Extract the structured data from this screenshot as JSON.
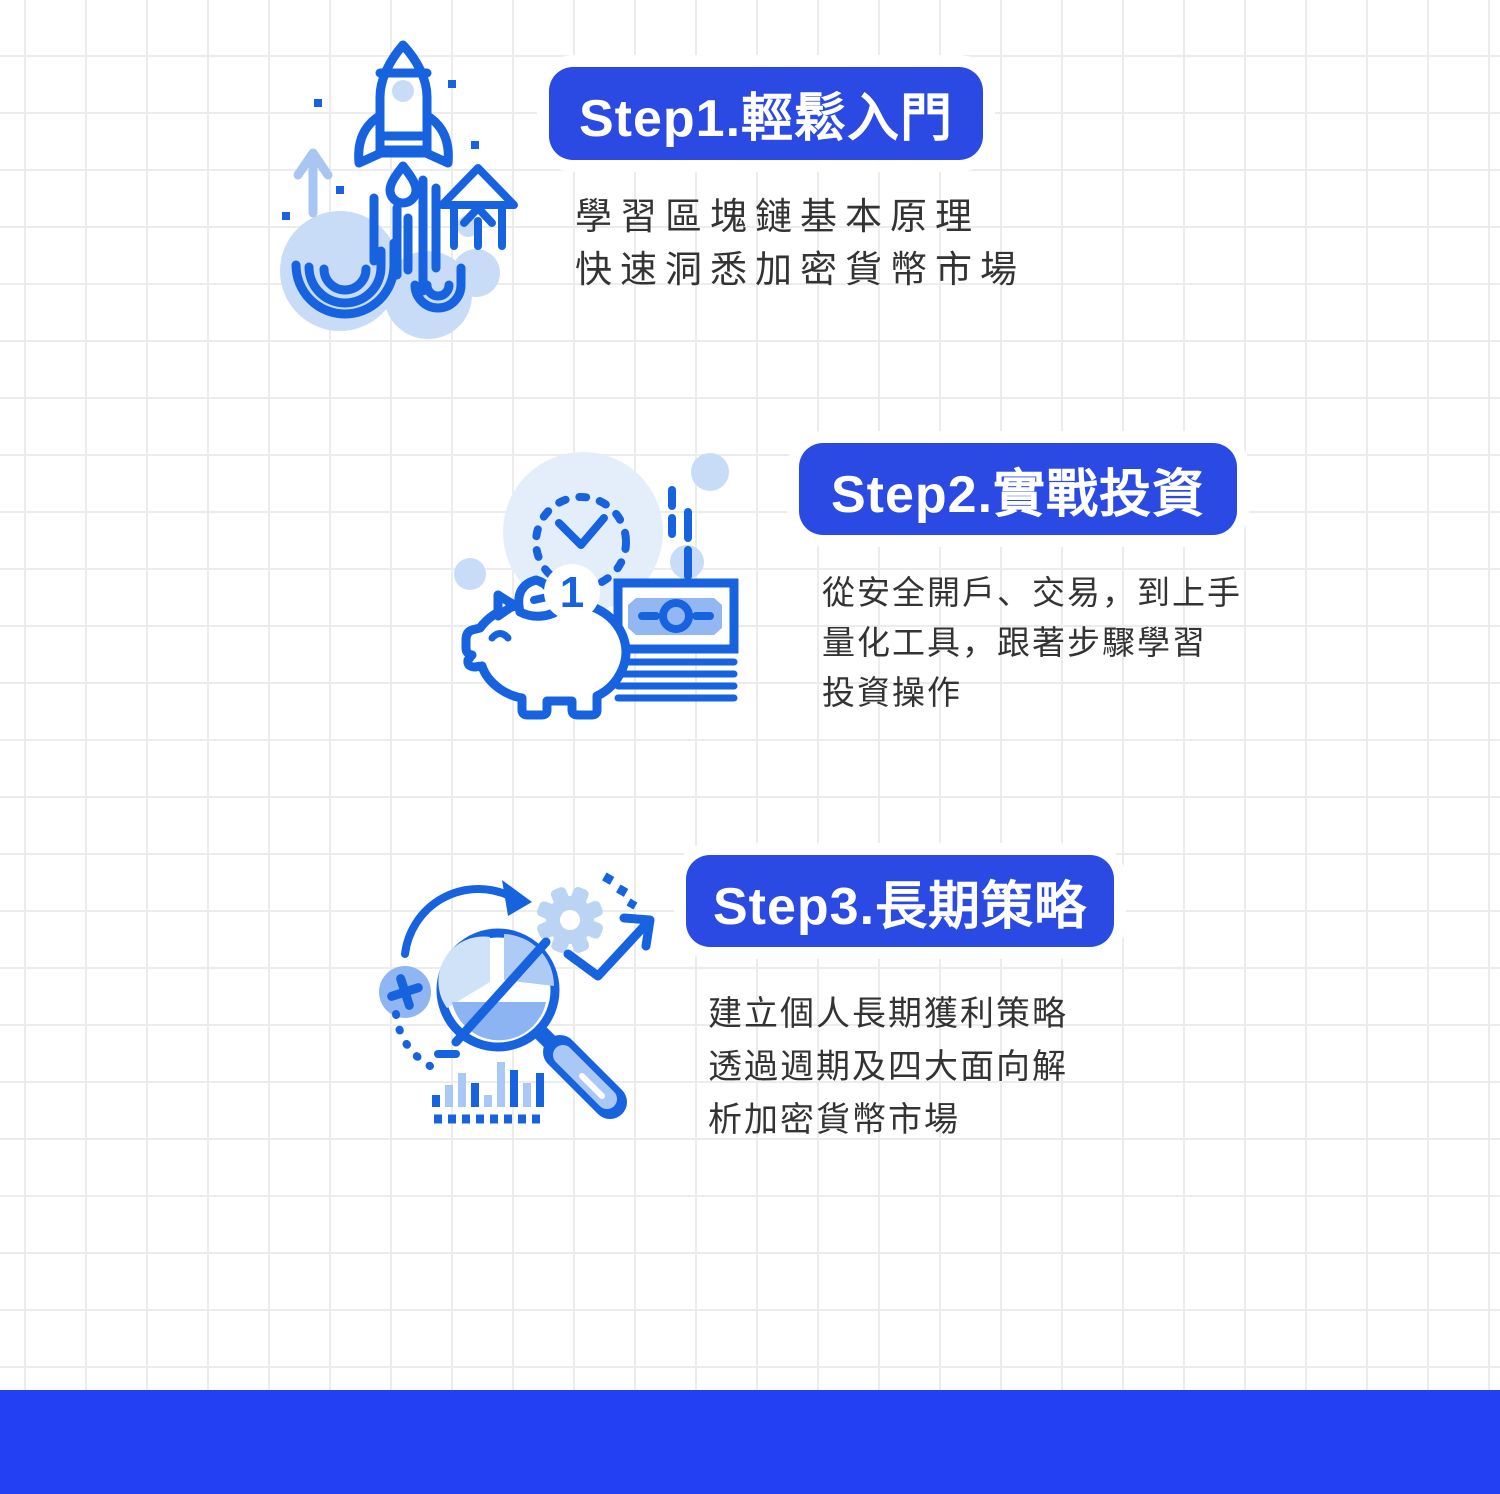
{
  "page": {
    "type": "infographic",
    "colors": {
      "badge_blue": "#2b49e3",
      "footer_blue": "#2340f3",
      "icon_stroke_blue": "#1763df",
      "icon_light_blue": "#c9dcf7",
      "icon_mid_blue": "#8fb6f3",
      "pale_circle_blue": "#e4eefb",
      "grid_line": "#ececec",
      "body_text": "#333333"
    }
  },
  "steps": [
    {
      "badge": "Step1.輕鬆入門",
      "icon": "rocket-launch-icon",
      "lines": [
        "學習區塊鏈基本原理",
        "快速洞悉加密貨幣市場"
      ]
    },
    {
      "badge": "Step2.實戰投資",
      "icon": "piggy-bank-savings-icon",
      "coin_digit": "1",
      "lines": [
        "從安全開戶、交易，到上手",
        "量化工具，跟著步驟學習",
        "投資操作"
      ]
    },
    {
      "badge": "Step3.長期策略",
      "icon": "market-analysis-icon",
      "lines": [
        "建立個人長期獲利策略",
        "透過週期及四大面向解",
        "析加密貨幣市場"
      ]
    }
  ]
}
